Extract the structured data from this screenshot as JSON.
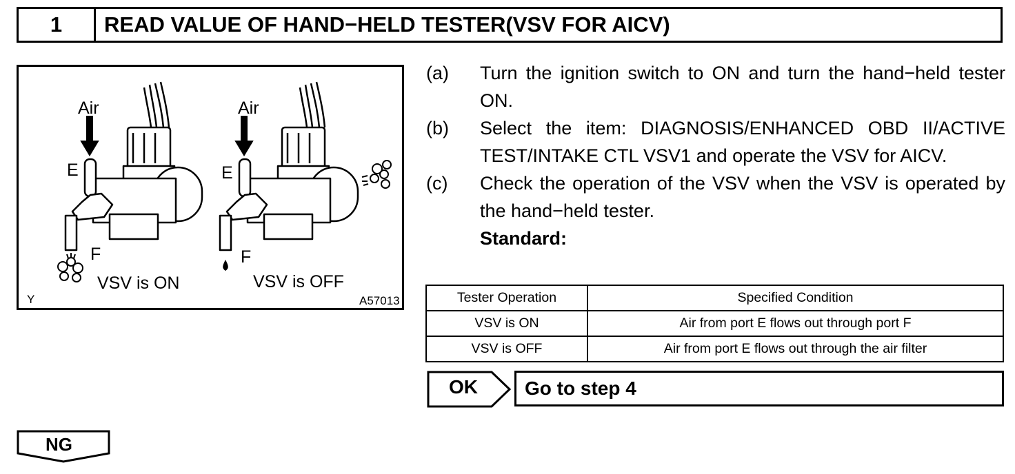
{
  "header": {
    "step_number": "1",
    "title": "READ VALUE OF HAND−HELD TESTER(VSV FOR AICV)"
  },
  "figure": {
    "left": {
      "air": "Air",
      "port_e": "E",
      "port_f": "F",
      "caption": "VSV is ON"
    },
    "right": {
      "air": "Air",
      "port_e": "E",
      "port_f": "F",
      "caption": "VSV is OFF"
    },
    "corner_mark": "Y",
    "figure_id": "A57013"
  },
  "steps": [
    {
      "letter": "(a)",
      "text": "Turn the ignition switch to ON and turn the hand−held tester ON."
    },
    {
      "letter": "(b)",
      "text": "Select the item: DIAGNOSIS/ENHANCED OBD II/ACTIVE TEST/INTAKE CTL VSV1 and operate the VSV for AICV."
    },
    {
      "letter": "(c)",
      "text": "Check the operation of the VSV when the VSV is operated by the hand−held tester."
    }
  ],
  "standard_label": "Standard:",
  "spec_table": {
    "headers": [
      "Tester Operation",
      "Specified Condition"
    ],
    "rows": [
      [
        "VSV is ON",
        "Air from port E flows out through port F"
      ],
      [
        "VSV is OFF",
        "Air from port E flows out through the air filter"
      ]
    ]
  },
  "ok": {
    "label": "OK",
    "target": "Go to step 4"
  },
  "ng": {
    "label": "NG"
  }
}
